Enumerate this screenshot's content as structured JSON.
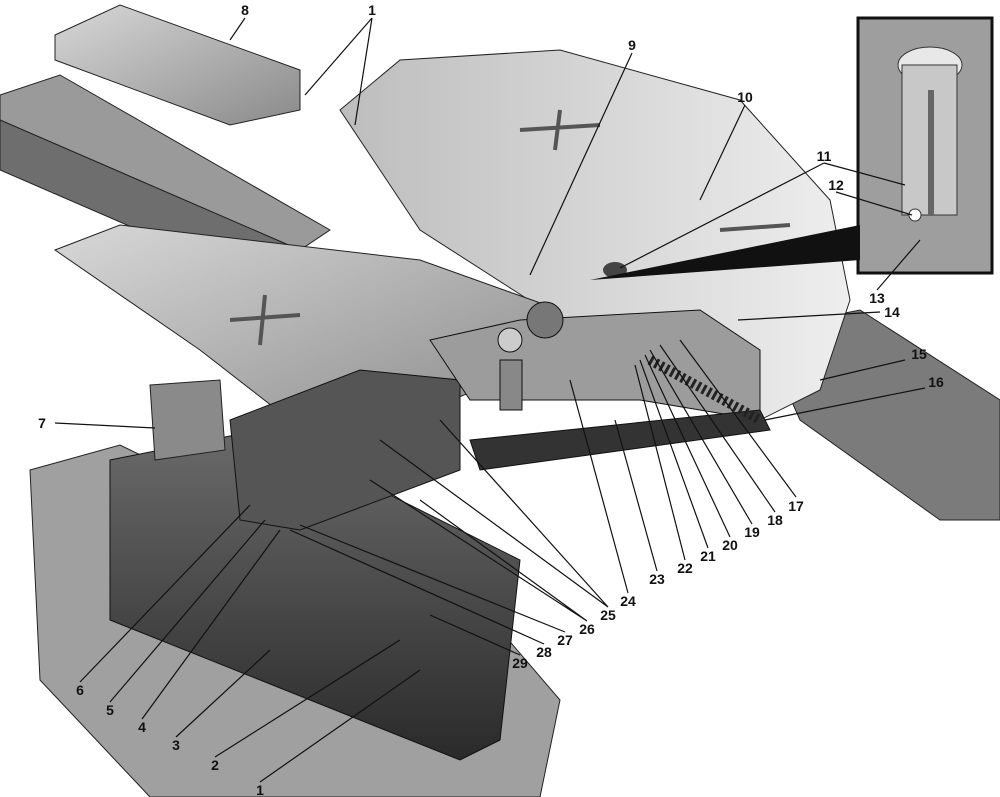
{
  "figure": {
    "callouts": [
      {
        "id": "c8",
        "text": "8"
      },
      {
        "id": "c1a",
        "text": "1"
      },
      {
        "id": "c9",
        "text": "9"
      },
      {
        "id": "c10",
        "text": "10"
      },
      {
        "id": "c11",
        "text": "11"
      },
      {
        "id": "c12",
        "text": "12"
      },
      {
        "id": "c13",
        "text": "13"
      },
      {
        "id": "c14",
        "text": "14"
      },
      {
        "id": "c15",
        "text": "15"
      },
      {
        "id": "c16",
        "text": "16"
      },
      {
        "id": "c17",
        "text": "17"
      },
      {
        "id": "c18",
        "text": "18"
      },
      {
        "id": "c19",
        "text": "19"
      },
      {
        "id": "c20",
        "text": "20"
      },
      {
        "id": "c21",
        "text": "21"
      },
      {
        "id": "c22",
        "text": "22"
      },
      {
        "id": "c23",
        "text": "23"
      },
      {
        "id": "c24",
        "text": "24"
      },
      {
        "id": "c25",
        "text": "25"
      },
      {
        "id": "c26",
        "text": "26"
      },
      {
        "id": "c27",
        "text": "27"
      },
      {
        "id": "c28",
        "text": "28"
      },
      {
        "id": "c29",
        "text": "29"
      },
      {
        "id": "c7",
        "text": "7"
      },
      {
        "id": "c6",
        "text": "6"
      },
      {
        "id": "c5",
        "text": "5"
      },
      {
        "id": "c4",
        "text": "4"
      },
      {
        "id": "c3",
        "text": "3"
      },
      {
        "id": "c2",
        "text": "2"
      },
      {
        "id": "c1b",
        "text": "1"
      }
    ]
  }
}
